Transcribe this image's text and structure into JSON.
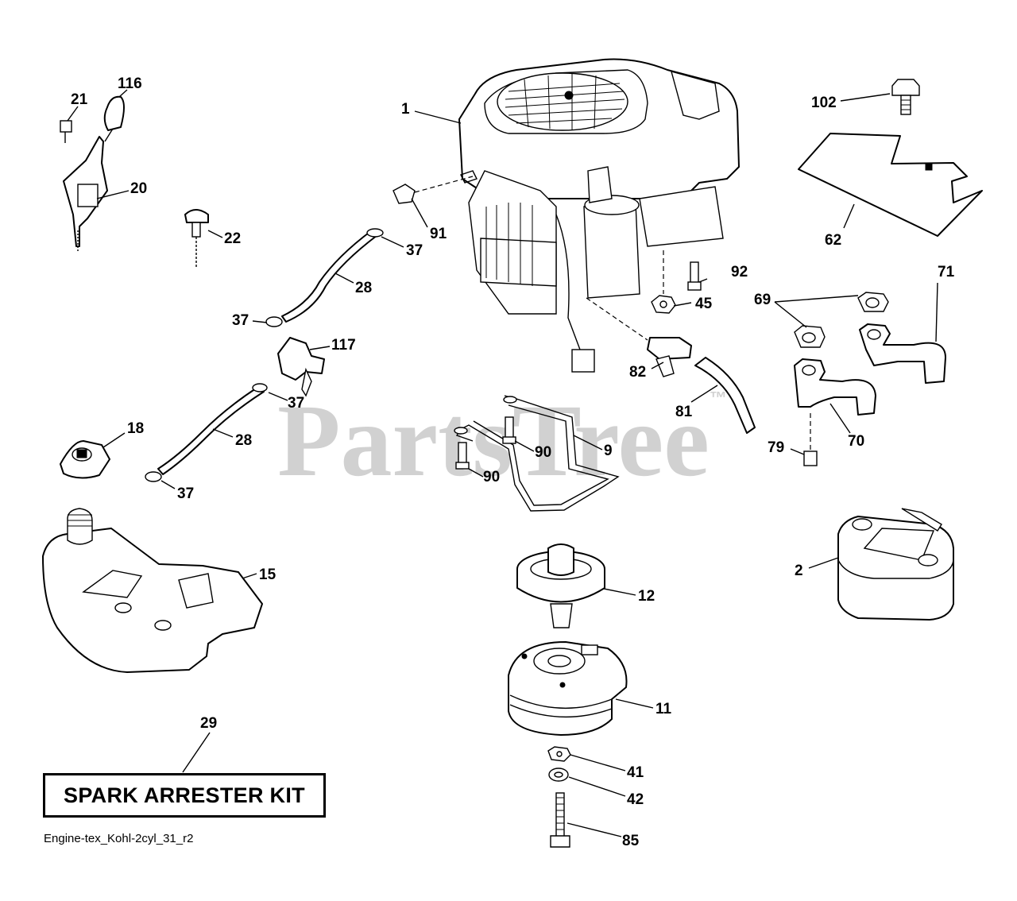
{
  "diagram": {
    "kit_label": "SPARK ARRESTER KIT",
    "reference_code": "Engine-tex_Kohl-2cyl_31_r2",
    "watermark": {
      "text": "PartsTree",
      "mark": "™"
    },
    "parts": [
      {
        "id": "p1",
        "label": "1"
      },
      {
        "id": "p2",
        "label": "2"
      },
      {
        "id": "p9",
        "label": "9"
      },
      {
        "id": "p11",
        "label": "11"
      },
      {
        "id": "p12",
        "label": "12"
      },
      {
        "id": "p15",
        "label": "15"
      },
      {
        "id": "p18",
        "label": "18"
      },
      {
        "id": "p20",
        "label": "20"
      },
      {
        "id": "p21",
        "label": "21"
      },
      {
        "id": "p22",
        "label": "22"
      },
      {
        "id": "p28a",
        "label": "28"
      },
      {
        "id": "p28b",
        "label": "28"
      },
      {
        "id": "p29",
        "label": "29"
      },
      {
        "id": "p37a",
        "label": "37"
      },
      {
        "id": "p37b",
        "label": "37"
      },
      {
        "id": "p37c",
        "label": "37"
      },
      {
        "id": "p37d",
        "label": "37"
      },
      {
        "id": "p41",
        "label": "41"
      },
      {
        "id": "p42",
        "label": "42"
      },
      {
        "id": "p45",
        "label": "45"
      },
      {
        "id": "p62",
        "label": "62"
      },
      {
        "id": "p69",
        "label": "69"
      },
      {
        "id": "p70",
        "label": "70"
      },
      {
        "id": "p71",
        "label": "71"
      },
      {
        "id": "p79",
        "label": "79"
      },
      {
        "id": "p81",
        "label": "81"
      },
      {
        "id": "p82",
        "label": "82"
      },
      {
        "id": "p85",
        "label": "85"
      },
      {
        "id": "p90a",
        "label": "90"
      },
      {
        "id": "p90b",
        "label": "90"
      },
      {
        "id": "p91",
        "label": "91"
      },
      {
        "id": "p92",
        "label": "92"
      },
      {
        "id": "p102",
        "label": "102"
      },
      {
        "id": "p116",
        "label": "116"
      },
      {
        "id": "p117",
        "label": "117"
      }
    ]
  }
}
